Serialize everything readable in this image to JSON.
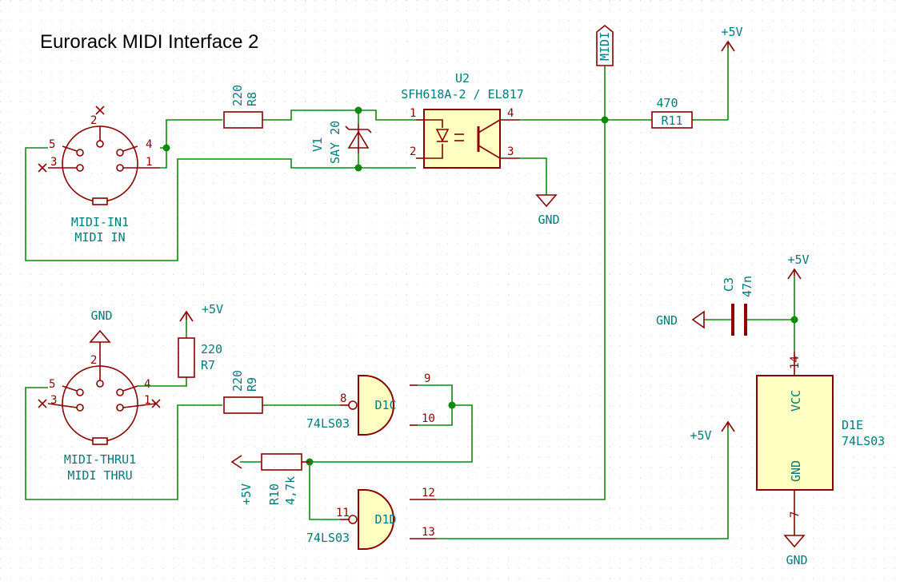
{
  "title": "Eurorack MIDI Interface 2",
  "colors": {
    "wire": "#0b8a0b",
    "part": "#8b0000",
    "text": "#007a7a",
    "body": "#ffffc2"
  },
  "midi_label": "MIDI",
  "power": {
    "vplus": "+5V",
    "gnd": "GND"
  },
  "parts": {
    "midi_in": {
      "ref": "MIDI-IN1",
      "value": "MIDI IN",
      "pins": [
        "1",
        "2",
        "3",
        "4",
        "5"
      ]
    },
    "midi_thru": {
      "ref": "MIDI-THRU1",
      "value": "MIDI THRU",
      "pins": [
        "1",
        "2",
        "3",
        "4",
        "5"
      ]
    },
    "r8": {
      "ref": "R8",
      "value": "220"
    },
    "r7": {
      "ref": "R7",
      "value": "220"
    },
    "r9": {
      "ref": "R9",
      "value": "220"
    },
    "r10": {
      "ref": "R10",
      "value": "4,7k"
    },
    "r11": {
      "ref": "R11",
      "value": "470"
    },
    "v1": {
      "ref": "V1",
      "value": "SAY 20"
    },
    "u2": {
      "ref": "U2",
      "value": "SFH618A-2 / EL817",
      "pins": [
        "1",
        "2",
        "3",
        "4"
      ]
    },
    "c3": {
      "ref": "C3",
      "value": "47n"
    },
    "d1c": {
      "ref": "D1C",
      "value": "74LS03",
      "pins": [
        "8",
        "9",
        "10"
      ]
    },
    "d1d": {
      "ref": "D1D",
      "value": "74LS03",
      "pins": [
        "11",
        "12",
        "13"
      ]
    },
    "d1e": {
      "ref": "D1E",
      "value": "74LS03",
      "vcc": "VCC",
      "gnd": "GND",
      "pins": [
        "14",
        "7"
      ]
    }
  }
}
